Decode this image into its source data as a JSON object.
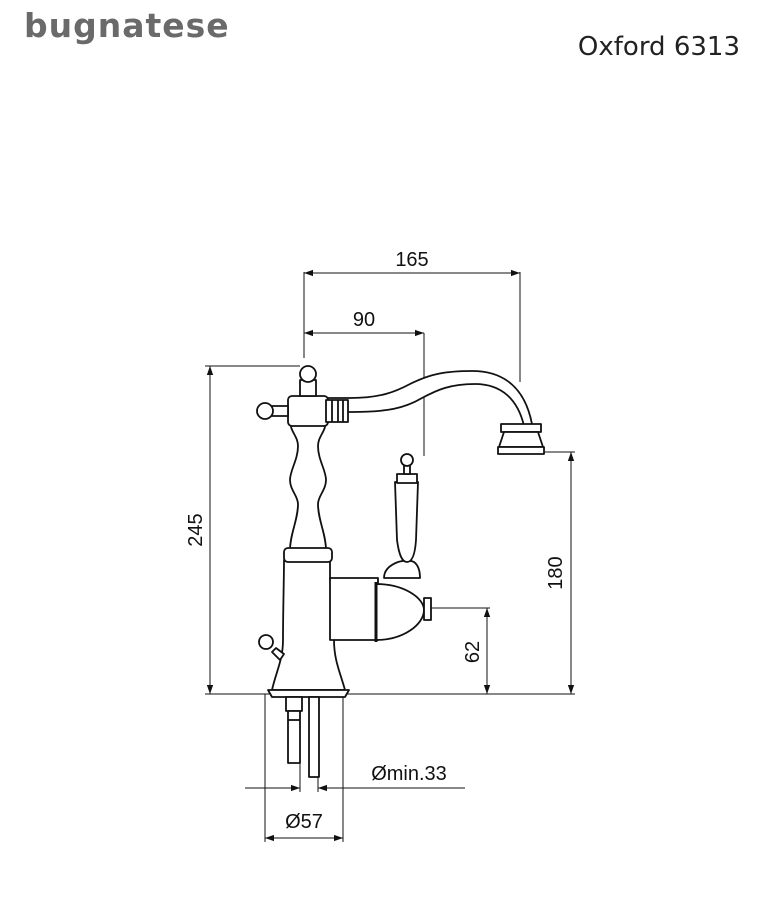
{
  "header": {
    "brand": "bugnatese",
    "model": "Oxford 6313"
  },
  "dimensions": {
    "d165": "165",
    "d90": "90",
    "d245": "245",
    "d180": "180",
    "d62": "62",
    "dmin33": "Ømin.33",
    "d57": "Ø57"
  }
}
